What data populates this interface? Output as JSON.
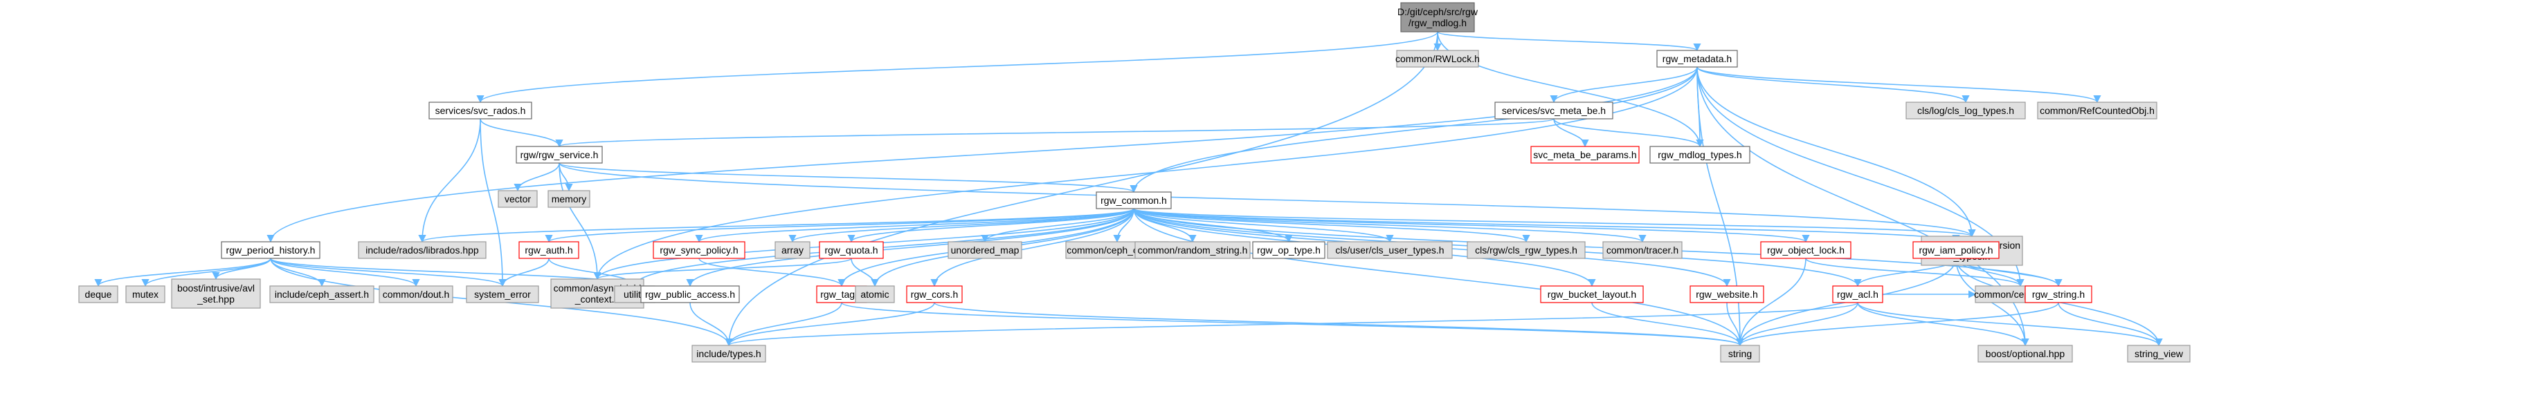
{
  "nodes": [
    {
      "id": "root",
      "lines": [
        "D:/git/ceph/src/rgw",
        "/rgw_mdlog.h"
      ],
      "style": "root"
    },
    {
      "id": "rwlock",
      "lines": [
        "common/RWLock.h"
      ],
      "style": "gray"
    },
    {
      "id": "rgw_metadata",
      "lines": [
        "rgw_metadata.h"
      ],
      "style": "normal"
    },
    {
      "id": "svc_rados",
      "lines": [
        "services/svc_rados.h"
      ],
      "style": "normal"
    },
    {
      "id": "svc_meta_be",
      "lines": [
        "services/svc_meta_be.h"
      ],
      "style": "normal"
    },
    {
      "id": "cls_log_types",
      "lines": [
        "cls/log/cls_log_types.h"
      ],
      "style": "gray"
    },
    {
      "id": "refcounted",
      "lines": [
        "common/RefCountedObj.h"
      ],
      "style": "gray"
    },
    {
      "id": "rgw_service",
      "lines": [
        "rgw/rgw_service.h"
      ],
      "style": "normal"
    },
    {
      "id": "svc_meta_be_params",
      "lines": [
        "svc_meta_be_params.h"
      ],
      "style": "red"
    },
    {
      "id": "rgw_mdlog_types",
      "lines": [
        "rgw_mdlog_types.h"
      ],
      "style": "normal"
    },
    {
      "id": "vector",
      "lines": [
        "vector"
      ],
      "style": "gray"
    },
    {
      "id": "memory",
      "lines": [
        "memory"
      ],
      "style": "gray"
    },
    {
      "id": "rgw_common",
      "lines": [
        "rgw_common.h"
      ],
      "style": "normal"
    },
    {
      "id": "cls_version_types",
      "lines": [
        "cls/version/cls_version",
        "_types.h"
      ],
      "style": "gray"
    },
    {
      "id": "rgw_period_history",
      "lines": [
        "rgw_period_history.h"
      ],
      "style": "normal"
    },
    {
      "id": "librados",
      "lines": [
        "include/rados/librados.hpp"
      ],
      "style": "gray"
    },
    {
      "id": "rgw_auth",
      "lines": [
        "rgw_auth.h"
      ],
      "style": "red"
    },
    {
      "id": "rgw_sync_policy",
      "lines": [
        "rgw_sync_policy.h"
      ],
      "style": "red"
    },
    {
      "id": "array",
      "lines": [
        "array"
      ],
      "style": "gray"
    },
    {
      "id": "rgw_quota",
      "lines": [
        "rgw_quota.h"
      ],
      "style": "red"
    },
    {
      "id": "unordered_map",
      "lines": [
        "unordered_map"
      ],
      "style": "gray"
    },
    {
      "id": "ceph_crypto",
      "lines": [
        "common/ceph_crypto.h"
      ],
      "style": "gray"
    },
    {
      "id": "random_string",
      "lines": [
        "common/random_string.h"
      ],
      "style": "gray"
    },
    {
      "id": "rgw_op_type",
      "lines": [
        "rgw_op_type.h"
      ],
      "style": "normal"
    },
    {
      "id": "cls_user_types",
      "lines": [
        "cls/user/cls_user_types.h"
      ],
      "style": "gray"
    },
    {
      "id": "cls_rgw_types",
      "lines": [
        "cls/rgw/cls_rgw_types.h"
      ],
      "style": "gray"
    },
    {
      "id": "tracer",
      "lines": [
        "common/tracer.h"
      ],
      "style": "gray"
    },
    {
      "id": "rgw_object_lock",
      "lines": [
        "rgw_object_lock.h"
      ],
      "style": "red"
    },
    {
      "id": "rgw_iam_policy",
      "lines": [
        "rgw_iam_policy.h"
      ],
      "style": "red"
    },
    {
      "id": "deque",
      "lines": [
        "deque"
      ],
      "style": "gray"
    },
    {
      "id": "mutex",
      "lines": [
        "mutex"
      ],
      "style": "gray"
    },
    {
      "id": "avl_set",
      "lines": [
        "boost/intrusive/avl",
        "_set.hpp"
      ],
      "style": "gray"
    },
    {
      "id": "ceph_assert",
      "lines": [
        "include/ceph_assert.h"
      ],
      "style": "gray"
    },
    {
      "id": "dout",
      "lines": [
        "common/dout.h"
      ],
      "style": "gray"
    },
    {
      "id": "system_error",
      "lines": [
        "system_error"
      ],
      "style": "gray"
    },
    {
      "id": "yield_context",
      "lines": [
        "common/async/yield",
        "_context.h"
      ],
      "style": "gray"
    },
    {
      "id": "utility",
      "lines": [
        "utility"
      ],
      "style": "gray"
    },
    {
      "id": "rgw_public_access",
      "lines": [
        "rgw_public_access.h"
      ],
      "style": "normal"
    },
    {
      "id": "rgw_tag",
      "lines": [
        "rgw_tag.h"
      ],
      "style": "red"
    },
    {
      "id": "atomic",
      "lines": [
        "atomic"
      ],
      "style": "gray"
    },
    {
      "id": "rgw_cors",
      "lines": [
        "rgw_cors.h"
      ],
      "style": "red"
    },
    {
      "id": "rgw_bucket_layout",
      "lines": [
        "rgw_bucket_layout.h"
      ],
      "style": "red"
    },
    {
      "id": "rgw_website",
      "lines": [
        "rgw_website.h"
      ],
      "style": "red"
    },
    {
      "id": "rgw_acl",
      "lines": [
        "rgw_acl.h"
      ],
      "style": "red"
    },
    {
      "id": "ceph_time",
      "lines": [
        "common/ceph_time.h"
      ],
      "style": "gray"
    },
    {
      "id": "rgw_string",
      "lines": [
        "rgw_string.h"
      ],
      "style": "red"
    },
    {
      "id": "include_types",
      "lines": [
        "include/types.h"
      ],
      "style": "gray"
    },
    {
      "id": "string",
      "lines": [
        "string"
      ],
      "style": "gray"
    },
    {
      "id": "boost_optional",
      "lines": [
        "boost/optional.hpp"
      ],
      "style": "gray"
    },
    {
      "id": "string_view",
      "lines": [
        "string_view"
      ],
      "style": "gray"
    }
  ],
  "edges": [
    [
      "root",
      "rwlock"
    ],
    [
      "root",
      "rgw_metadata"
    ],
    [
      "root",
      "rgw_mdlog_types"
    ],
    [
      "root",
      "svc_rados"
    ],
    [
      "root",
      "include_types"
    ],
    [
      "rgw_metadata",
      "svc_meta_be"
    ],
    [
      "rgw_metadata",
      "cls_log_types"
    ],
    [
      "rgw_metadata",
      "refcounted"
    ],
    [
      "rgw_metadata",
      "rgw_mdlog_types"
    ],
    [
      "rgw_metadata",
      "rgw_common"
    ],
    [
      "rgw_metadata",
      "rgw_period_history"
    ],
    [
      "rgw_metadata",
      "cls_version_types"
    ],
    [
      "rgw_metadata",
      "string"
    ],
    [
      "rgw_metadata",
      "ceph_time"
    ],
    [
      "rgw_metadata",
      "boost_optional"
    ],
    [
      "rgw_metadata",
      "yield_context"
    ],
    [
      "svc_rados",
      "rgw_service"
    ],
    [
      "svc_rados",
      "librados"
    ],
    [
      "svc_rados",
      "system_error"
    ],
    [
      "svc_meta_be",
      "svc_meta_be_params"
    ],
    [
      "svc_meta_be",
      "rgw_mdlog_types"
    ],
    [
      "svc_meta_be",
      "rgw_service"
    ],
    [
      "rgw_service",
      "vector"
    ],
    [
      "rgw_service",
      "memory"
    ],
    [
      "rgw_service",
      "rgw_common"
    ],
    [
      "rgw_service",
      "yield_context"
    ],
    [
      "rgw_service",
      "cls_version_types"
    ],
    [
      "rgw_common",
      "librados"
    ],
    [
      "rgw_common",
      "rgw_auth"
    ],
    [
      "rgw_common",
      "rgw_sync_policy"
    ],
    [
      "rgw_common",
      "array"
    ],
    [
      "rgw_common",
      "rgw_quota"
    ],
    [
      "rgw_common",
      "unordered_map"
    ],
    [
      "rgw_common",
      "ceph_crypto"
    ],
    [
      "rgw_common",
      "random_string"
    ],
    [
      "rgw_common",
      "rgw_op_type"
    ],
    [
      "rgw_common",
      "cls_user_types"
    ],
    [
      "rgw_common",
      "cls_rgw_types"
    ],
    [
      "rgw_common",
      "tracer"
    ],
    [
      "rgw_common",
      "rgw_object_lock"
    ],
    [
      "rgw_common",
      "rgw_iam_policy"
    ],
    [
      "rgw_common",
      "cls_version_types"
    ],
    [
      "rgw_common",
      "utility"
    ],
    [
      "rgw_common",
      "yield_context"
    ],
    [
      "rgw_common",
      "rgw_public_access"
    ],
    [
      "rgw_common",
      "rgw_tag"
    ],
    [
      "rgw_common",
      "atomic"
    ],
    [
      "rgw_common",
      "rgw_cors"
    ],
    [
      "rgw_common",
      "rgw_bucket_layout"
    ],
    [
      "rgw_common",
      "rgw_website"
    ],
    [
      "rgw_common",
      "rgw_acl"
    ],
    [
      "rgw_common",
      "string"
    ],
    [
      "rgw_common",
      "rgw_string"
    ],
    [
      "rgw_period_history",
      "deque"
    ],
    [
      "rgw_period_history",
      "mutex"
    ],
    [
      "rgw_period_history",
      "avl_set"
    ],
    [
      "rgw_period_history",
      "ceph_assert"
    ],
    [
      "rgw_period_history",
      "dout"
    ],
    [
      "rgw_period_history",
      "system_error"
    ],
    [
      "rgw_period_history",
      "utility"
    ],
    [
      "rgw_period_history",
      "include_types"
    ],
    [
      "rgw_auth",
      "system_error"
    ],
    [
      "rgw_auth",
      "utility"
    ],
    [
      "rgw_sync_policy",
      "rgw_tag"
    ],
    [
      "rgw_quota",
      "atomic"
    ],
    [
      "rgw_quota",
      "yield_context"
    ],
    [
      "rgw_public_access",
      "include_types"
    ],
    [
      "rgw_tag",
      "include_types"
    ],
    [
      "rgw_tag",
      "string"
    ],
    [
      "rgw_cors",
      "include_types"
    ],
    [
      "rgw_cors",
      "string"
    ],
    [
      "rgw_object_lock",
      "string"
    ],
    [
      "rgw_object_lock",
      "ceph_time"
    ],
    [
      "rgw_bucket_layout",
      "string"
    ],
    [
      "rgw_website",
      "string"
    ],
    [
      "rgw_iam_policy",
      "rgw_acl"
    ],
    [
      "rgw_iam_policy",
      "ceph_time"
    ],
    [
      "rgw_iam_policy",
      "rgw_string"
    ],
    [
      "rgw_iam_policy",
      "string"
    ],
    [
      "rgw_iam_policy",
      "boost_optional"
    ],
    [
      "rgw_iam_policy",
      "string_view"
    ],
    [
      "rgw_acl",
      "include_types"
    ],
    [
      "rgw_acl",
      "string"
    ],
    [
      "rgw_acl",
      "boost_optional"
    ],
    [
      "rgw_acl",
      "string_view"
    ],
    [
      "rgw_acl",
      "ceph_time"
    ],
    [
      "rgw_string",
      "string"
    ],
    [
      "rgw_string",
      "string_view"
    ]
  ],
  "colors": {
    "edge": "#63b8ff",
    "root_fill": "#999999",
    "root_border": "#666666",
    "gray_fill": "#e0e0e0",
    "gray_border": "#999999",
    "normal_fill": "#ffffff",
    "normal_border": "#666666",
    "red_border": "#ff0000"
  }
}
